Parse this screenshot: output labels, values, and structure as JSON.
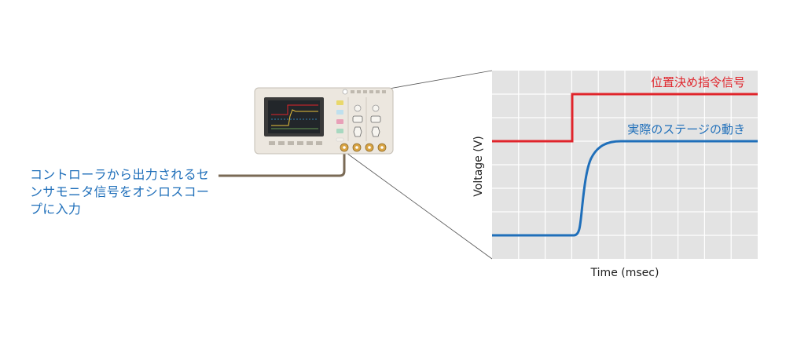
{
  "caption": "コントローラから出力されるセンサモニタ信号をオシロスコープに入力",
  "chart": {
    "ylabel": "Voltage (V)",
    "xlabel": "Time (msec)",
    "series": [
      {
        "name": "位置決め指令信号",
        "color": "#e0242b"
      },
      {
        "name": "実際のステージの動き",
        "color": "#1f6fba"
      }
    ]
  },
  "colors": {
    "command": "#e0242b",
    "response": "#1f6fba",
    "grid_bg": "#e3e3e3",
    "cable": "#7a6a55"
  },
  "icons": [
    "oscilloscope-icon"
  ]
}
